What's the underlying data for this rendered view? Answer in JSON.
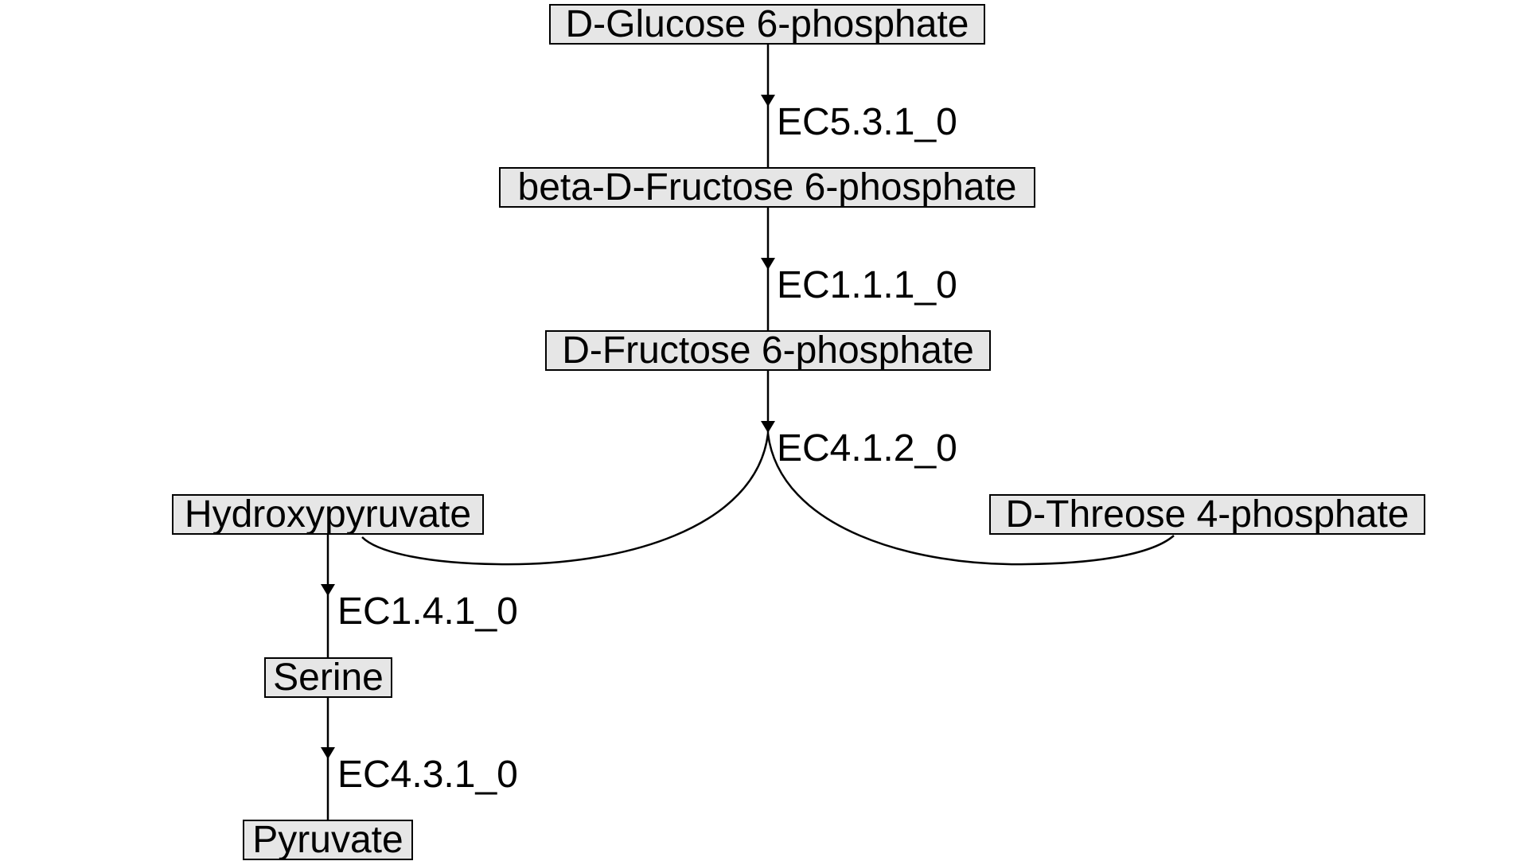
{
  "metabolites": {
    "glucose6p": "D-Glucose 6-phosphate",
    "beta_fructose6p": "beta-D-Fructose 6-phosphate",
    "fructose6p": "D-Fructose 6-phosphate",
    "hydroxypyruvate": "Hydroxypyruvate",
    "threose4p": "D-Threose 4-phosphate",
    "serine": "Serine",
    "pyruvate": "Pyruvate"
  },
  "enzymes": {
    "ec5_3_1": "EC5.3.1_0",
    "ec1_1_1": "EC1.1.1_0",
    "ec4_1_2": "EC4.1.2_0",
    "ec1_4_1": "EC1.4.1_0",
    "ec4_3_1": "EC4.3.1_0"
  },
  "colors": {
    "node_fill": "#e6e6e6",
    "stroke": "#000000",
    "background": "#ffffff"
  }
}
